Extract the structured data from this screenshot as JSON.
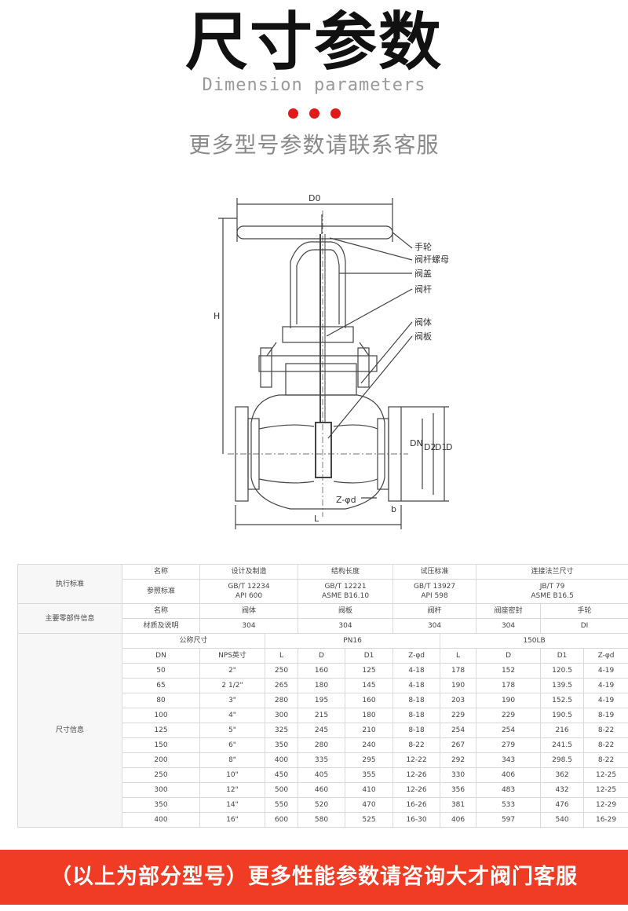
{
  "header": {
    "title": "尺寸参数",
    "subtitle": "Dimension parameters",
    "contact": "更多型号参数请联系客服",
    "dot_color": "#e01a1a"
  },
  "drawing": {
    "labels": {
      "d0": "D0",
      "h": "H",
      "handwheel": "手轮",
      "stem_nut": "阀杆螺母",
      "bonnet": "阀盖",
      "stem": "阀杆",
      "body": "阀体",
      "disc": "阀板",
      "dn": "DN",
      "d2": "D2",
      "d1": "D1",
      "d": "D",
      "z": "Z-φd",
      "b": "b",
      "l": "L"
    }
  },
  "table": {
    "exec": {
      "label": "执行标准",
      "col_name": "名称",
      "col_design": "设计及制造",
      "col_length": "结构长度",
      "col_test": "试压标准",
      "col_flange": "连接法兰尺寸",
      "ref_label": "参照标准",
      "design_1": "GB/T 12234",
      "design_2": "API 600",
      "length_1": "GB/T 12221",
      "length_2": "ASME B16.10",
      "test_1": "GB/T 13927",
      "test_2": "API 598",
      "flange_1": "JB/T 79",
      "flange_2": "ASME B16.5"
    },
    "parts": {
      "label": "主要零部件信息",
      "col_name": "名称",
      "col_body": "阀体",
      "col_disc": "阀板",
      "col_stem": "阀杆",
      "col_seat": "阀座密封",
      "col_wheel": "手轮",
      "material_label": "材质及说明",
      "body": "304",
      "disc": "304",
      "stem": "304",
      "seat": "304",
      "wheel": "DI"
    },
    "dims": {
      "label": "尺寸信息",
      "nominal": "公称尺寸",
      "pn16": "PN16",
      "lb150": "150LB",
      "headers": [
        "DN",
        "NPS英寸",
        "L",
        "D",
        "D1",
        "Z-φd",
        "L",
        "D",
        "D1",
        "Z-φd"
      ],
      "rows": [
        [
          "50",
          "2\"",
          "250",
          "160",
          "125",
          "4-18",
          "178",
          "152",
          "120.5",
          "4-19"
        ],
        [
          "65",
          "2  1/2\"",
          "265",
          "180",
          "145",
          "4-18",
          "190",
          "178",
          "139.5",
          "4-19"
        ],
        [
          "80",
          "3\"",
          "280",
          "195",
          "160",
          "8-18",
          "203",
          "190",
          "152.5",
          "4-19"
        ],
        [
          "100",
          "4\"",
          "300",
          "215",
          "180",
          "8-18",
          "229",
          "229",
          "190.5",
          "8-19"
        ],
        [
          "125",
          "5\"",
          "325",
          "245",
          "210",
          "8-18",
          "254",
          "254",
          "216",
          "8-22"
        ],
        [
          "150",
          "6\"",
          "350",
          "280",
          "240",
          "8-22",
          "267",
          "279",
          "241.5",
          "8-22"
        ],
        [
          "200",
          "8\"",
          "400",
          "335",
          "295",
          "12-22",
          "292",
          "343",
          "298.5",
          "8-22"
        ],
        [
          "250",
          "10\"",
          "450",
          "405",
          "355",
          "12-26",
          "330",
          "406",
          "362",
          "12-25"
        ],
        [
          "300",
          "12\"",
          "500",
          "460",
          "410",
          "12-26",
          "356",
          "483",
          "432",
          "12-25"
        ],
        [
          "350",
          "14\"",
          "550",
          "520",
          "470",
          "16-26",
          "381",
          "533",
          "476",
          "12-29"
        ],
        [
          "400",
          "16\"",
          "600",
          "580",
          "525",
          "16-30",
          "406",
          "597",
          "540",
          "16-29"
        ]
      ]
    }
  },
  "footer": {
    "banner": "（以上为部分型号）更多性能参数请咨询大才阀门客服",
    "banner_color": "#f03c24"
  }
}
